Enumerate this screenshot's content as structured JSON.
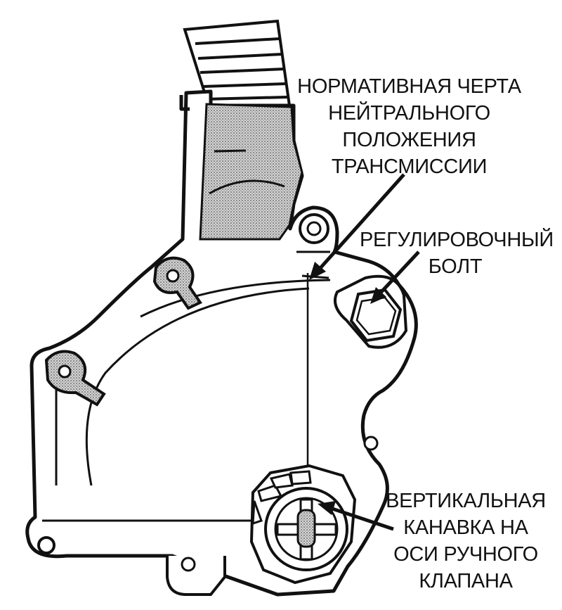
{
  "labels": {
    "neutral_mark": [
      "НОРМАТИВНАЯ ЧЕРТА",
      "НЕЙТРАЛЬНОГО",
      "ПОЛОЖЕНИЯ",
      "ТРАНСМИССИИ"
    ],
    "adjust_bolt": [
      "РЕГУЛИРОВОЧНЫЙ",
      "БОЛТ"
    ],
    "vertical_groove": [
      "ВЕРТИКАЛЬНАЯ",
      "КАНАВКА НА",
      "ОСИ РУЧНОГО",
      "КЛАПАНА"
    ]
  },
  "colors": {
    "ink": "#111111",
    "stipple": "#a9a9a9",
    "background": "#ffffff"
  }
}
